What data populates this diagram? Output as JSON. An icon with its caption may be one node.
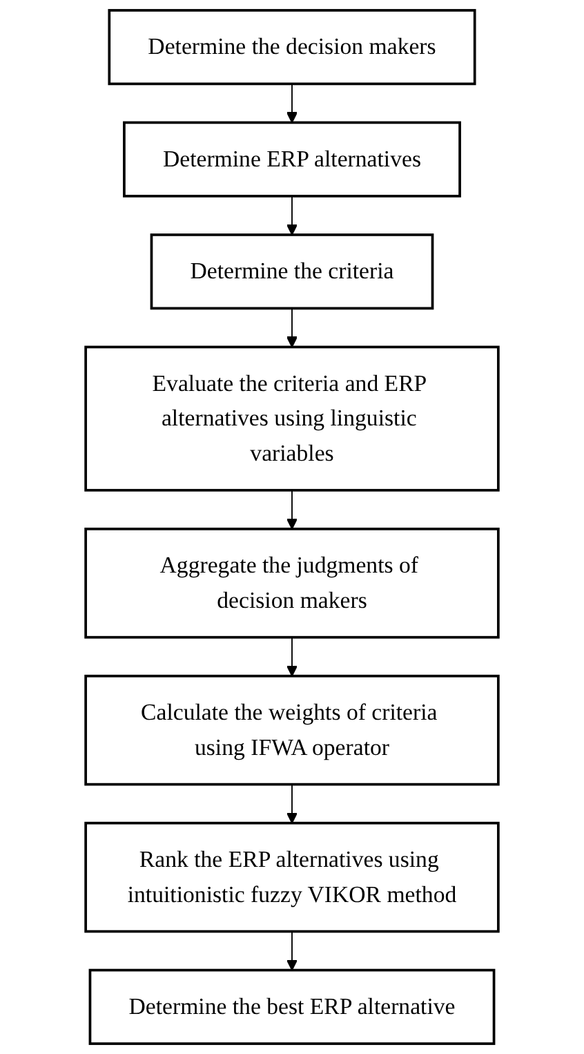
{
  "diagram": {
    "nodes": [
      {
        "text": [
          "Determine the decision makers"
        ]
      },
      {
        "text": [
          "Determine ERP alternatives"
        ]
      },
      {
        "text": [
          "Determine the criteria"
        ]
      },
      {
        "text": [
          "Evaluate the criteria and ERP alternatives using linguistic variables"
        ]
      },
      {
        "text": [
          "Aggregate the judgments of decision makers"
        ]
      },
      {
        "text": [
          "Calculate the weights of criteria using IFWA operator"
        ]
      },
      {
        "text": [
          "Rank the ERP alternatives using intuitionistic fuzzy VIKOR method"
        ]
      },
      {
        "text": [
          "Determine the best ERP alternative"
        ]
      }
    ],
    "edges": [
      {
        "from": 0,
        "to": 1,
        "arrow": "to"
      },
      {
        "from": 1,
        "to": 2,
        "arrow": "to"
      },
      {
        "from": 2,
        "to": 3,
        "arrow": "to"
      },
      {
        "from": 3,
        "to": 4,
        "arrow": "to"
      },
      {
        "from": 4,
        "to": 5,
        "arrow": "to"
      },
      {
        "from": 5,
        "to": 6,
        "arrow": "to"
      },
      {
        "from": 6,
        "to": 7,
        "arrow": "to"
      }
    ]
  }
}
